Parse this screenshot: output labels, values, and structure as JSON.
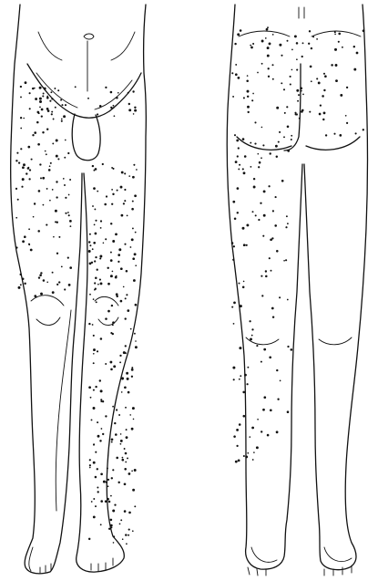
{
  "figure": {
    "views": [
      {
        "id": "anterior",
        "description_visible_text": ""
      },
      {
        "id": "posterior",
        "description_visible_text": ""
      }
    ],
    "colors": {
      "ink": "#111111",
      "paper": "#ffffff"
    },
    "stipple": {
      "anterior": [
        "left-thigh-lateral",
        "right-leg-full-front",
        "groin-band"
      ],
      "posterior": [
        "upper-buttock-band",
        "left-leg-back",
        "lower-back-band"
      ]
    }
  }
}
